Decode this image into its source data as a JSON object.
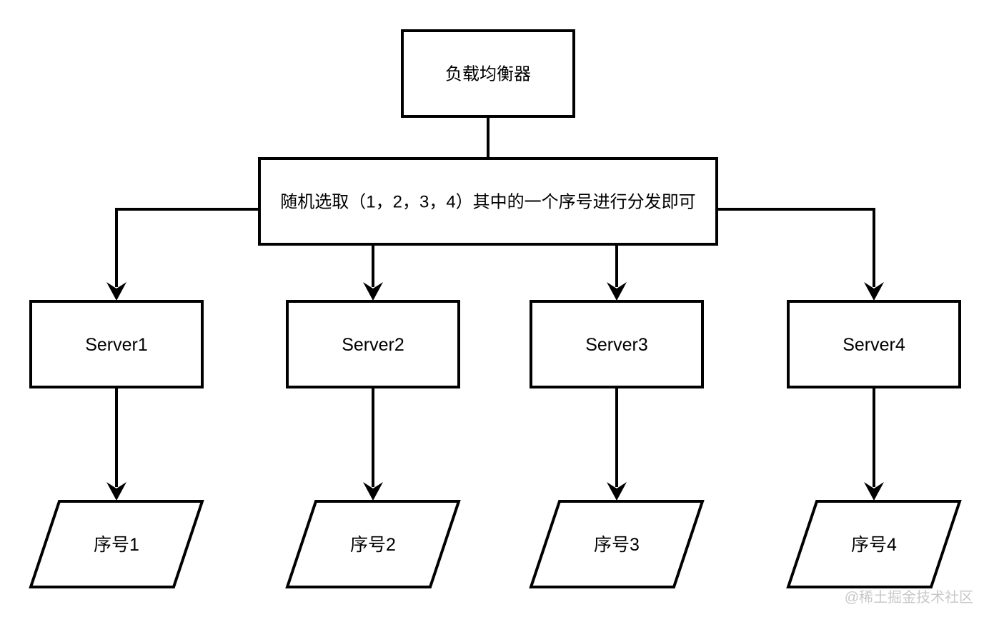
{
  "diagram": {
    "type": "flowchart",
    "nodes": {
      "load_balancer": {
        "label": "负载均衡器",
        "shape": "rectangle"
      },
      "dispatch_rule": {
        "label": "随机选取（1，2，3，4）其中的一个序号进行分发即可",
        "shape": "rectangle"
      },
      "server1": {
        "label": "Server1",
        "shape": "rectangle"
      },
      "server2": {
        "label": "Server2",
        "shape": "rectangle"
      },
      "server3": {
        "label": "Server3",
        "shape": "rectangle"
      },
      "server4": {
        "label": "Server4",
        "shape": "rectangle"
      },
      "seq1": {
        "label": "序号1",
        "shape": "parallelogram"
      },
      "seq2": {
        "label": "序号2",
        "shape": "parallelogram"
      },
      "seq3": {
        "label": "序号3",
        "shape": "parallelogram"
      },
      "seq4": {
        "label": "序号4",
        "shape": "parallelogram"
      }
    },
    "edges": [
      {
        "from": "load_balancer",
        "to": "dispatch_rule",
        "arrow": false
      },
      {
        "from": "dispatch_rule",
        "to": "server1",
        "arrow": true
      },
      {
        "from": "dispatch_rule",
        "to": "server2",
        "arrow": true
      },
      {
        "from": "dispatch_rule",
        "to": "server3",
        "arrow": true
      },
      {
        "from": "dispatch_rule",
        "to": "server4",
        "arrow": true
      },
      {
        "from": "server1",
        "to": "seq1",
        "arrow": true
      },
      {
        "from": "server2",
        "to": "seq2",
        "arrow": true
      },
      {
        "from": "server3",
        "to": "seq3",
        "arrow": true
      },
      {
        "from": "server4",
        "to": "seq4",
        "arrow": true
      }
    ],
    "watermark": "@稀土掘金技术社区",
    "colors": {
      "stroke": "#000000",
      "background": "#ffffff",
      "watermark": "#c8c8c8"
    }
  }
}
